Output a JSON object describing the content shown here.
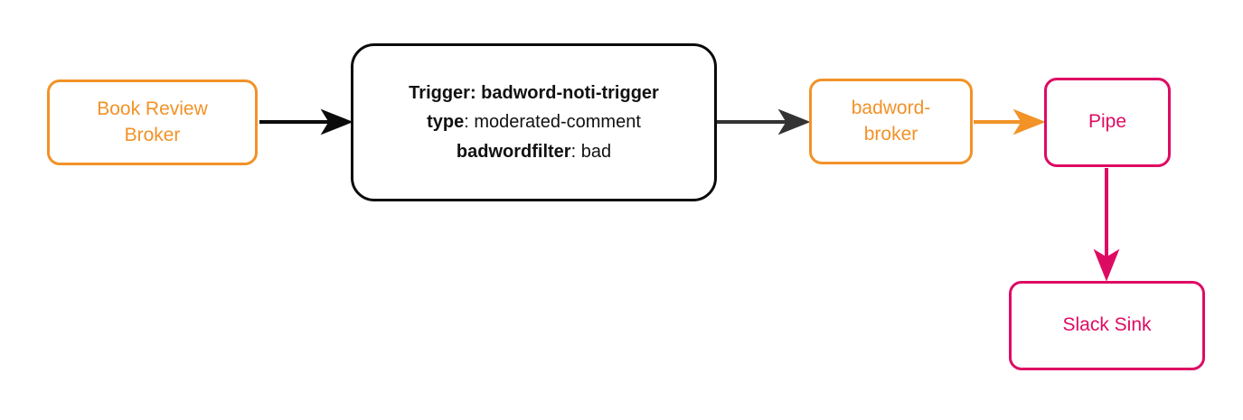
{
  "diagram": {
    "type": "flowchart",
    "orientation": "left-to-right",
    "background": "#ffffff",
    "colors": {
      "orange": "#F29227",
      "pink": "#DE0B63",
      "black": "#0B0B0B",
      "arrow_dark": "#333333"
    },
    "nodes": [
      {
        "id": "book-review-broker",
        "label": "Book Review\nBroker",
        "style": "orange",
        "shape": "rounded-rectangle"
      },
      {
        "id": "badword-noti-trigger",
        "style": "black",
        "shape": "stadium-rounded-rectangle",
        "lines": [
          {
            "bold": "Trigger: badword-noti-trigger",
            "plain": ""
          },
          {
            "bold": "type",
            "plain": ": moderated-comment"
          },
          {
            "bold": "badwordfilter",
            "plain": ": bad"
          }
        ]
      },
      {
        "id": "badword-broker",
        "label": "badword-\nbroker",
        "style": "orange",
        "shape": "rounded-rectangle"
      },
      {
        "id": "pipe",
        "label": "Pipe",
        "style": "pink",
        "shape": "rounded-rectangle"
      },
      {
        "id": "slack-sink",
        "label": "Slack Sink",
        "style": "pink",
        "shape": "rounded-rectangle"
      }
    ],
    "edges": [
      {
        "id": "edge-broker-to-trigger",
        "from": "book-review-broker",
        "to": "badword-noti-trigger",
        "color": "#0B0B0B",
        "direction": "right",
        "label": ""
      },
      {
        "id": "edge-trigger-to-badword-broker",
        "from": "badword-noti-trigger",
        "to": "badword-broker",
        "color": "#333333",
        "direction": "right",
        "label": ""
      },
      {
        "id": "edge-badword-broker-to-pipe",
        "from": "badword-broker",
        "to": "pipe",
        "color": "#F29227",
        "direction": "right",
        "label": ""
      },
      {
        "id": "edge-pipe-to-slack-sink",
        "from": "pipe",
        "to": "slack-sink",
        "color": "#DE0B63",
        "direction": "down",
        "label": ""
      }
    ]
  }
}
